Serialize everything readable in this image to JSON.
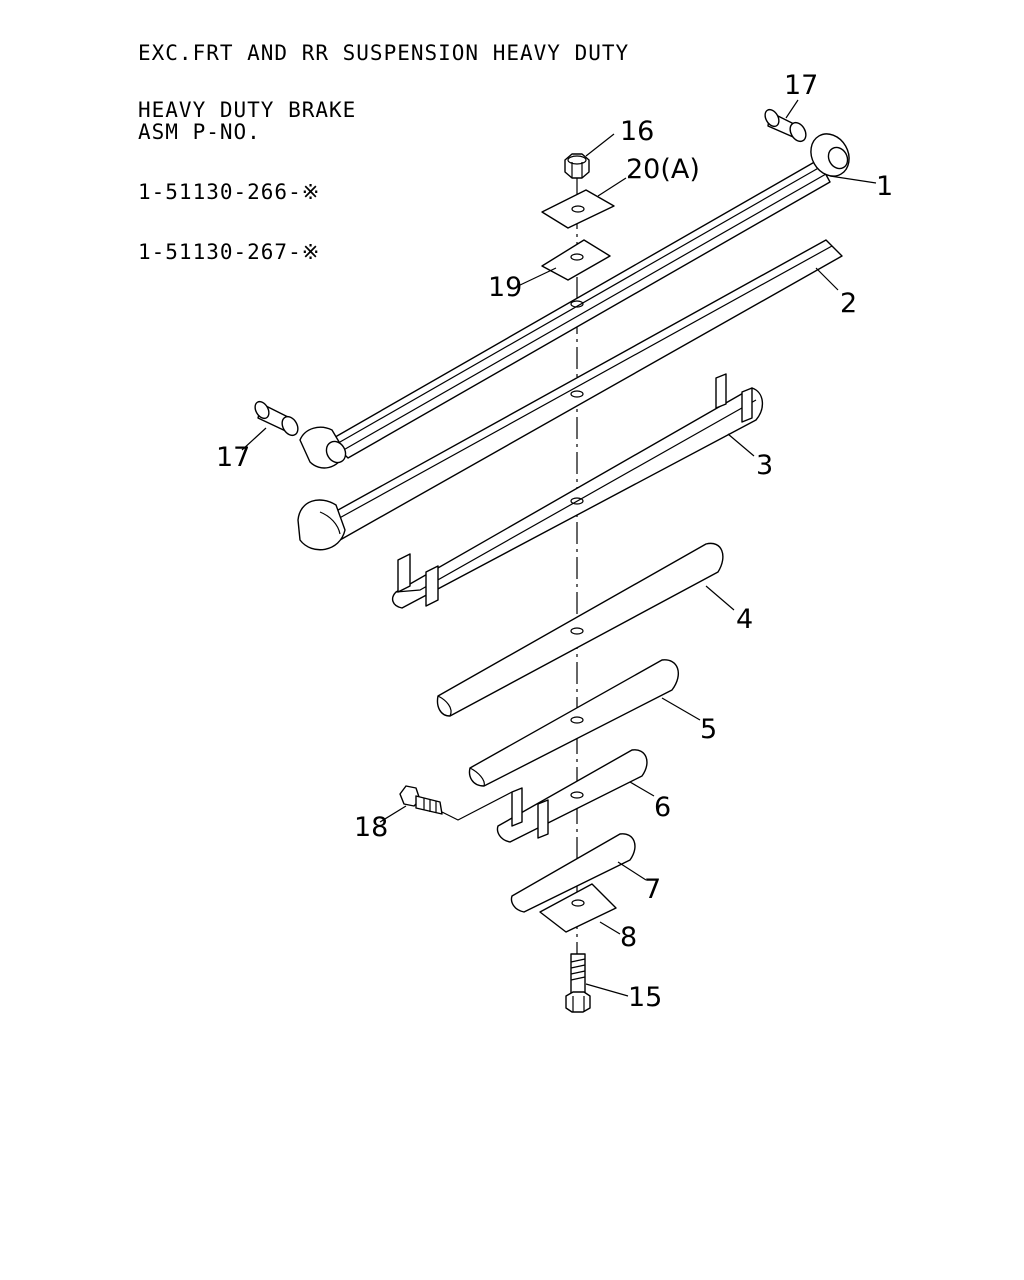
{
  "header": {
    "line1": "EXC.FRT AND RR SUSPENSION HEAVY DUTY",
    "line2": "HEAVY DUTY BRAKE"
  },
  "assembly": {
    "label": "ASM P-NO.",
    "part_numbers": [
      "1-51130-266-※",
      "1-51130-267-※"
    ]
  },
  "callouts": {
    "c1": "1",
    "c2": "2",
    "c3": "3",
    "c4": "4",
    "c5": "5",
    "c6": "6",
    "c7": "7",
    "c8": "8",
    "c15": "15",
    "c16": "16",
    "c17_top": "17",
    "c17_left": "17",
    "c18": "18",
    "c19": "19",
    "c20": "20(A)"
  }
}
